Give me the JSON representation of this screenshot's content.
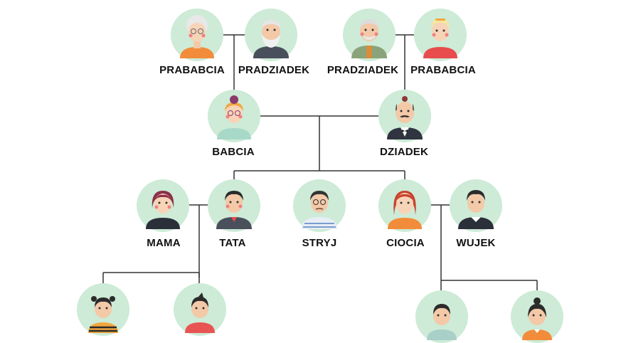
{
  "colors": {
    "circle": "#cdebd7",
    "line": "#333333",
    "label": "#111111"
  },
  "people": {
    "prababcia_left": {
      "label": "PRABABCIA",
      "icon": "great-grandmother-icon"
    },
    "pradziadek_left": {
      "label": "PRADZIADEK",
      "icon": "great-grandfather-icon"
    },
    "pradziadek_right": {
      "label": "PRADZIADEK",
      "icon": "great-grandfather-icon"
    },
    "prababcia_right": {
      "label": "PRABABCIA",
      "icon": "great-grandmother-icon"
    },
    "babcia": {
      "label": "BABCIA",
      "icon": "grandmother-icon"
    },
    "dziadek": {
      "label": "DZIADEK",
      "icon": "grandfather-icon"
    },
    "mama": {
      "label": "MAMA",
      "icon": "mother-icon"
    },
    "tata": {
      "label": "TATA",
      "icon": "father-icon"
    },
    "stryj": {
      "label": "STRYJ",
      "icon": "uncle-icon"
    },
    "ciocia": {
      "label": "CIOCIA",
      "icon": "aunt-icon"
    },
    "wujek": {
      "label": "WUJEK",
      "icon": "uncle-in-law-icon"
    },
    "child_girl": {
      "label": "",
      "icon": "girl-icon"
    },
    "child_boy": {
      "label": "",
      "icon": "boy-icon"
    },
    "cousin_boy": {
      "label": "",
      "icon": "cousin-boy-icon"
    },
    "cousin_girl": {
      "label": "",
      "icon": "cousin-girl-icon"
    }
  }
}
